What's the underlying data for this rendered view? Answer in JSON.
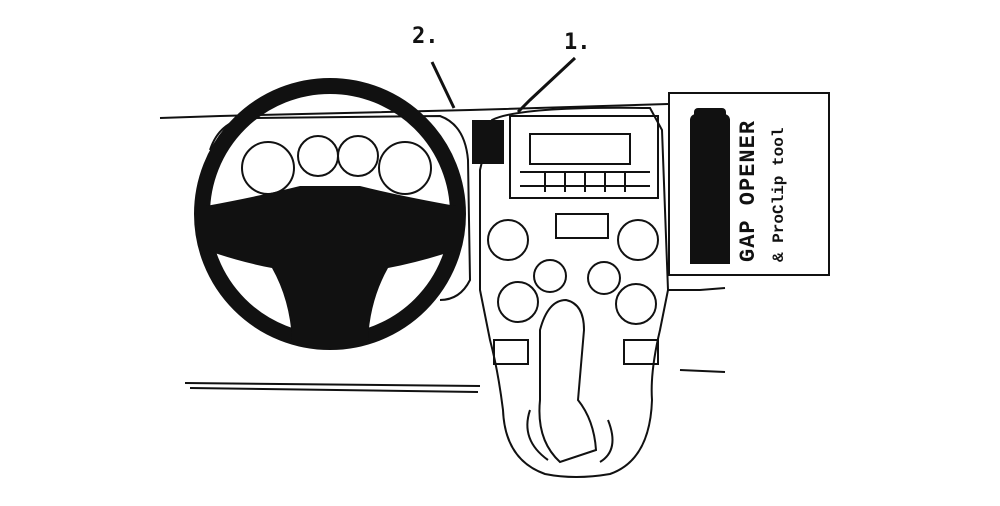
{
  "callouts": {
    "label_1": "1.",
    "label_2": "2."
  },
  "gap_opener": {
    "title": "GAP OPENER",
    "subtitle": "& ProClip tool"
  },
  "colors": {
    "ink": "#111111",
    "paper": "#ffffff"
  }
}
